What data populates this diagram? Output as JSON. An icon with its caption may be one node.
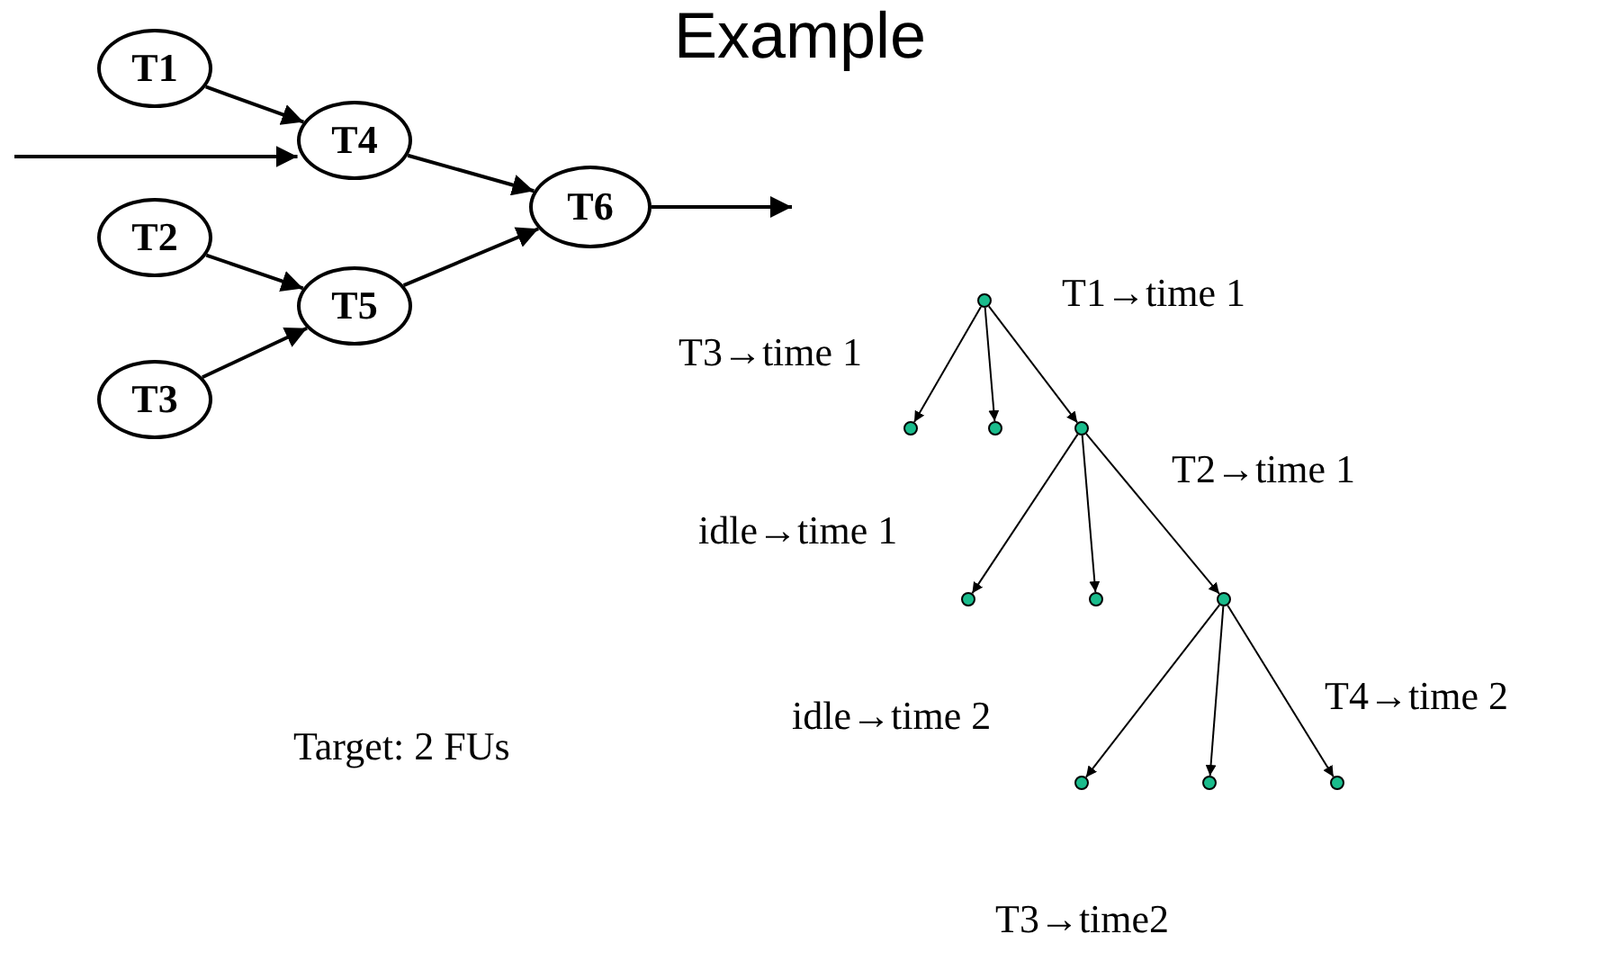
{
  "diagram": {
    "title": "Example",
    "nodes": [
      {
        "text": [
          "T1"
        ]
      },
      {
        "text": [
          "T4"
        ]
      },
      {
        "text": [
          "T2"
        ]
      },
      {
        "text": [
          "T5"
        ]
      },
      {
        "text": [
          "T3"
        ]
      },
      {
        "text": [
          "T6"
        ]
      },
      {
        "text": [],
        "shape": "circle"
      },
      {
        "text": [],
        "shape": "circle"
      },
      {
        "text": [],
        "shape": "circle"
      },
      {
        "text": [],
        "shape": "circle"
      },
      {
        "text": [],
        "shape": "circle"
      },
      {
        "text": [],
        "shape": "circle"
      },
      {
        "text": [],
        "shape": "circle"
      },
      {
        "text": [],
        "shape": "circle"
      },
      {
        "text": [],
        "shape": "circle"
      },
      {
        "text": [],
        "shape": "circle"
      }
    ],
    "edges": [
      {
        "from": null,
        "to": 1,
        "arrow": "to"
      },
      {
        "from": 0,
        "to": 1,
        "arrow": "to"
      },
      {
        "from": 1,
        "to": 5,
        "arrow": "to"
      },
      {
        "from": 2,
        "to": 3,
        "arrow": "to"
      },
      {
        "from": 4,
        "to": 3,
        "arrow": "to"
      },
      {
        "from": 3,
        "to": 5,
        "arrow": "to"
      },
      {
        "from": 5,
        "to": null,
        "arrow": "to"
      },
      {
        "from": 6,
        "to": 7,
        "arrow": "to"
      },
      {
        "from": 6,
        "to": 8,
        "arrow": "to"
      },
      {
        "from": 6,
        "to": 9,
        "arrow": "to"
      },
      {
        "from": 9,
        "to": 10,
        "arrow": "to"
      },
      {
        "from": 9,
        "to": 11,
        "arrow": "to"
      },
      {
        "from": 9,
        "to": 12,
        "arrow": "to"
      },
      {
        "from": 12,
        "to": 13,
        "arrow": "to"
      },
      {
        "from": 12,
        "to": 14,
        "arrow": "to"
      },
      {
        "from": 12,
        "to": 15,
        "arrow": "to"
      }
    ],
    "labels": [
      "T1→time 1",
      "T3→time 1",
      "T2→time 1",
      "idle→time 1",
      "T4→time 2",
      "idle→time 2",
      "Target: 2 FUs",
      "T3→time2"
    ]
  }
}
